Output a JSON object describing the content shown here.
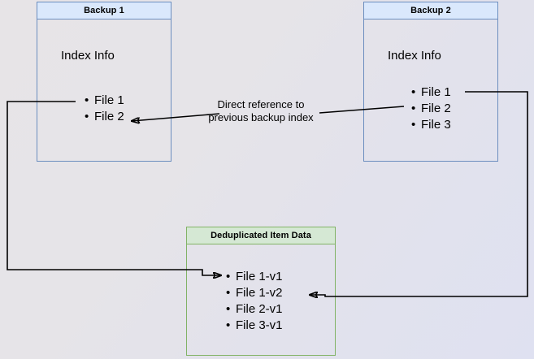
{
  "diagram": {
    "title_hidden": "",
    "background_colors": {
      "left": "#e7e4e7",
      "right": "#dfe1f1"
    },
    "blue_box_fill": "#dae8fc",
    "blue_box_stroke": "#6c8ebf",
    "green_box_fill": "#d5e8d4",
    "green_box_stroke": "#82b366",
    "edge_color": "#000000"
  },
  "boxes": {
    "backup1": {
      "title": "Backup 1",
      "body_label": "Index Info",
      "files": [
        "File 1",
        "File 2"
      ]
    },
    "backup2": {
      "title": "Backup 2",
      "body_label": "Index Info",
      "files": [
        "File 1",
        "File 2",
        "File 3"
      ]
    },
    "dedup": {
      "title": "Deduplicated Item Data",
      "files": [
        "File 1-v1",
        "File 1-v2",
        "File 2-v1",
        "File 3-v1"
      ]
    }
  },
  "edges": {
    "reference_label": "Direct reference to\nprevious backup index"
  }
}
